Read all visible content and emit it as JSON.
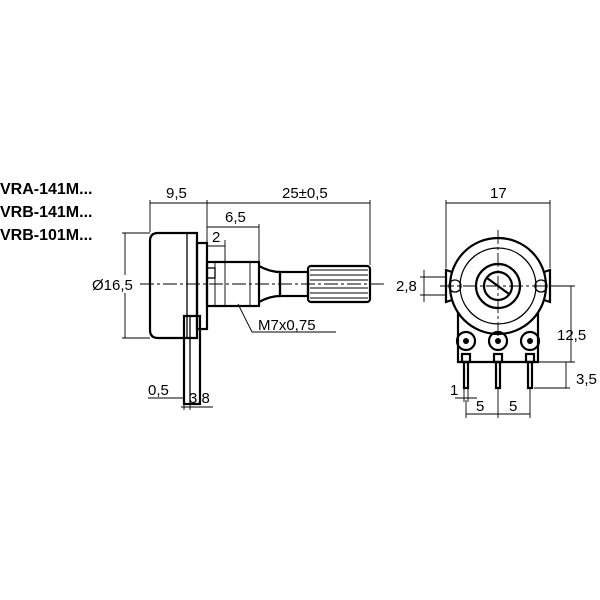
{
  "models": [
    "VRA-141M...",
    "VRB-141M...",
    "VRB-101M..."
  ],
  "side_view": {
    "dim_body_depth": "9,5",
    "dim_shaft_length": "25±0,5",
    "dim_bushing": "6,5",
    "dim_shoulder": "2",
    "dim_diameter": "Ø16,5",
    "dim_thread": "M7x0,75",
    "dim_pin_thickness": "0,5",
    "dim_pin_width": "3,8"
  },
  "front_view": {
    "dim_width": "17",
    "dim_tab": "2,8",
    "dim_height": "12,5",
    "dim_pin_length": "3,5",
    "dim_pin_size": "1",
    "dim_pitch_1": "5",
    "dim_pitch_2": "5"
  }
}
